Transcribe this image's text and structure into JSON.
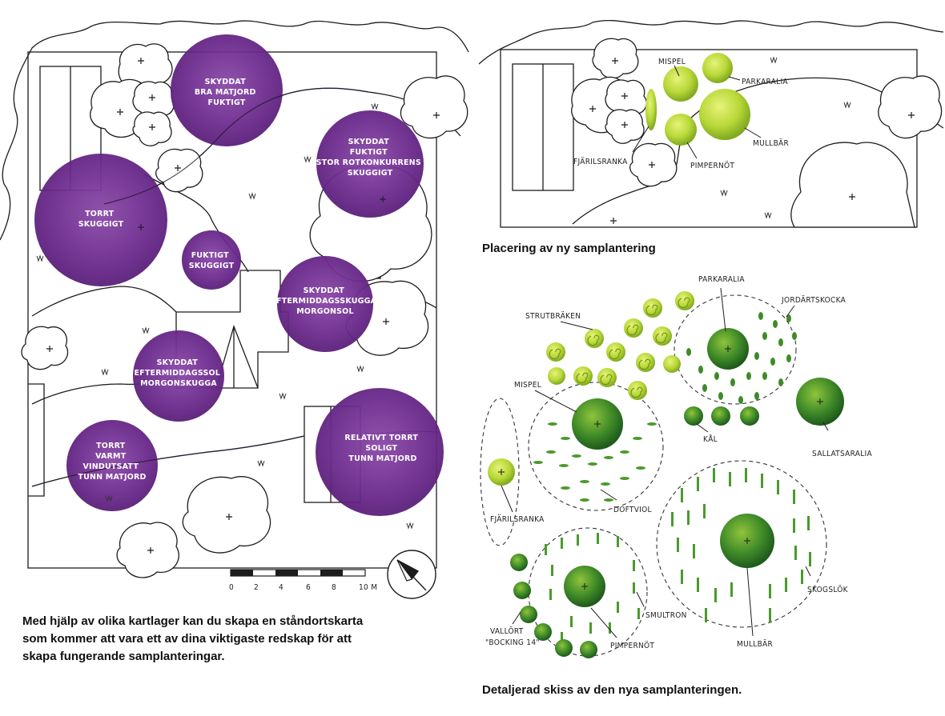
{
  "map_left": {
    "zones": [
      {
        "lines": [
          "SKYDDAT",
          "BRA MATJORD",
          "FUKTIGT"
        ]
      },
      {
        "lines": [
          "SKYDDAT",
          "FUKTIGT",
          "STOR ROTKONKURRENS",
          "SKUGGIGT"
        ]
      },
      {
        "lines": [
          "TORRT",
          "SKUGGIGT"
        ]
      },
      {
        "lines": [
          "FUKTIGT",
          "SKUGGIGT"
        ]
      },
      {
        "lines": [
          "SKYDDAT",
          "EFTERMIDDAGSSKUGGA",
          "MORGONSOL"
        ]
      },
      {
        "lines": [
          "SKYDDAT",
          "EFTERMIDDAGSSOL",
          "MORGONSKUGGA"
        ]
      },
      {
        "lines": [
          "TORRT",
          "VARMT",
          "VINDUTSATT",
          "TUNN MATJORD"
        ]
      },
      {
        "lines": [
          "RELATIVT TORRT",
          "SOLIGT",
          "TUNN MATJORD"
        ]
      }
    ],
    "scale_labels": [
      "0",
      "2",
      "4",
      "6",
      "8",
      "10 M"
    ],
    "zone_color": "#6b2a8c"
  },
  "map_right_labels": {
    "mispel": "MISPEL",
    "parkaralia": "PARKARALIA",
    "mullbar": "MULLBÄR",
    "pimpernot": "PIMPERNÖT",
    "fjarilsranka": "FJÄRILSRANKA"
  },
  "sketch_labels": {
    "parkaralia": "PARKARALIA",
    "jordartskocka": "JORDÄRTSKOCKA",
    "strutbraken": "STRUTBRÄKEN",
    "mispel": "MISPEL",
    "kal": "KÅL",
    "sallatsaralia": "SALLATSARALIA",
    "fjarilsranka": "FJÄRILSRANKA",
    "doftviol": "DOFTVIOL",
    "skogslok": "SKOGSLÖK",
    "smultron": "SMULTRON",
    "vallort_1": "VALLÖRT",
    "vallort_2": "\"BOCKING 14\"",
    "pimpernot": "PIMPERNÖT",
    "mullbar": "MULLBÄR"
  },
  "captions": {
    "placering": "Placering av ny samplantering",
    "left_line1": "Med hjälp av olika kartlager kan du skapa en ståndortskarta",
    "left_line2": "som kommer att vara ett av dina viktigaste redskap för att",
    "left_line3": "skapa fungerande samplanteringar.",
    "detaljerad": "Detaljerad skiss av den nya samplanteringen."
  },
  "colors": {
    "purple": "#6b2a8c",
    "light_green": "#b8d838",
    "dark_green": "#2f7a24"
  }
}
